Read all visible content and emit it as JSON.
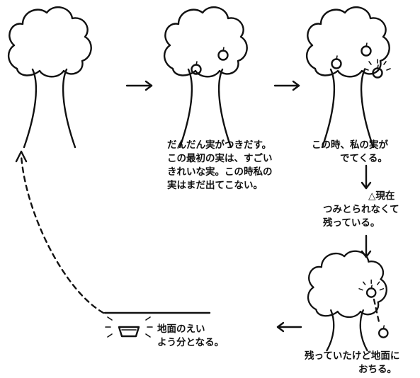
{
  "stages": [
    {
      "id": "stage-1",
      "caption_lines": []
    },
    {
      "id": "stage-2",
      "caption_lines": [
        "だんだん実がつきだす。",
        "この最初の実は、すごい",
        "きれいな実。この時私の",
        "実はまだ出てこない。"
      ]
    },
    {
      "id": "stage-3",
      "caption_lines": [
        "この時、私の実が",
        "でてくる。"
      ]
    },
    {
      "id": "stage-4",
      "caption_lines": [
        "△現在",
        "つみとられなくて",
        "残っている。"
      ]
    },
    {
      "id": "stage-5",
      "caption_lines": [
        "残っていたけど地面に",
        "おちる。"
      ]
    },
    {
      "id": "stage-6",
      "caption_lines": [
        "地面のえい",
        "よう分となる。"
      ]
    }
  ],
  "arrows": [
    "stage-1→stage-2",
    "stage-2→stage-3",
    "stage-3→stage-4",
    "stage-4→stage-5",
    "stage-5→stage-6",
    "stage-6→stage-1 (dashed)"
  ],
  "colors": {
    "ink": "#111111",
    "paper": "#ffffff"
  }
}
